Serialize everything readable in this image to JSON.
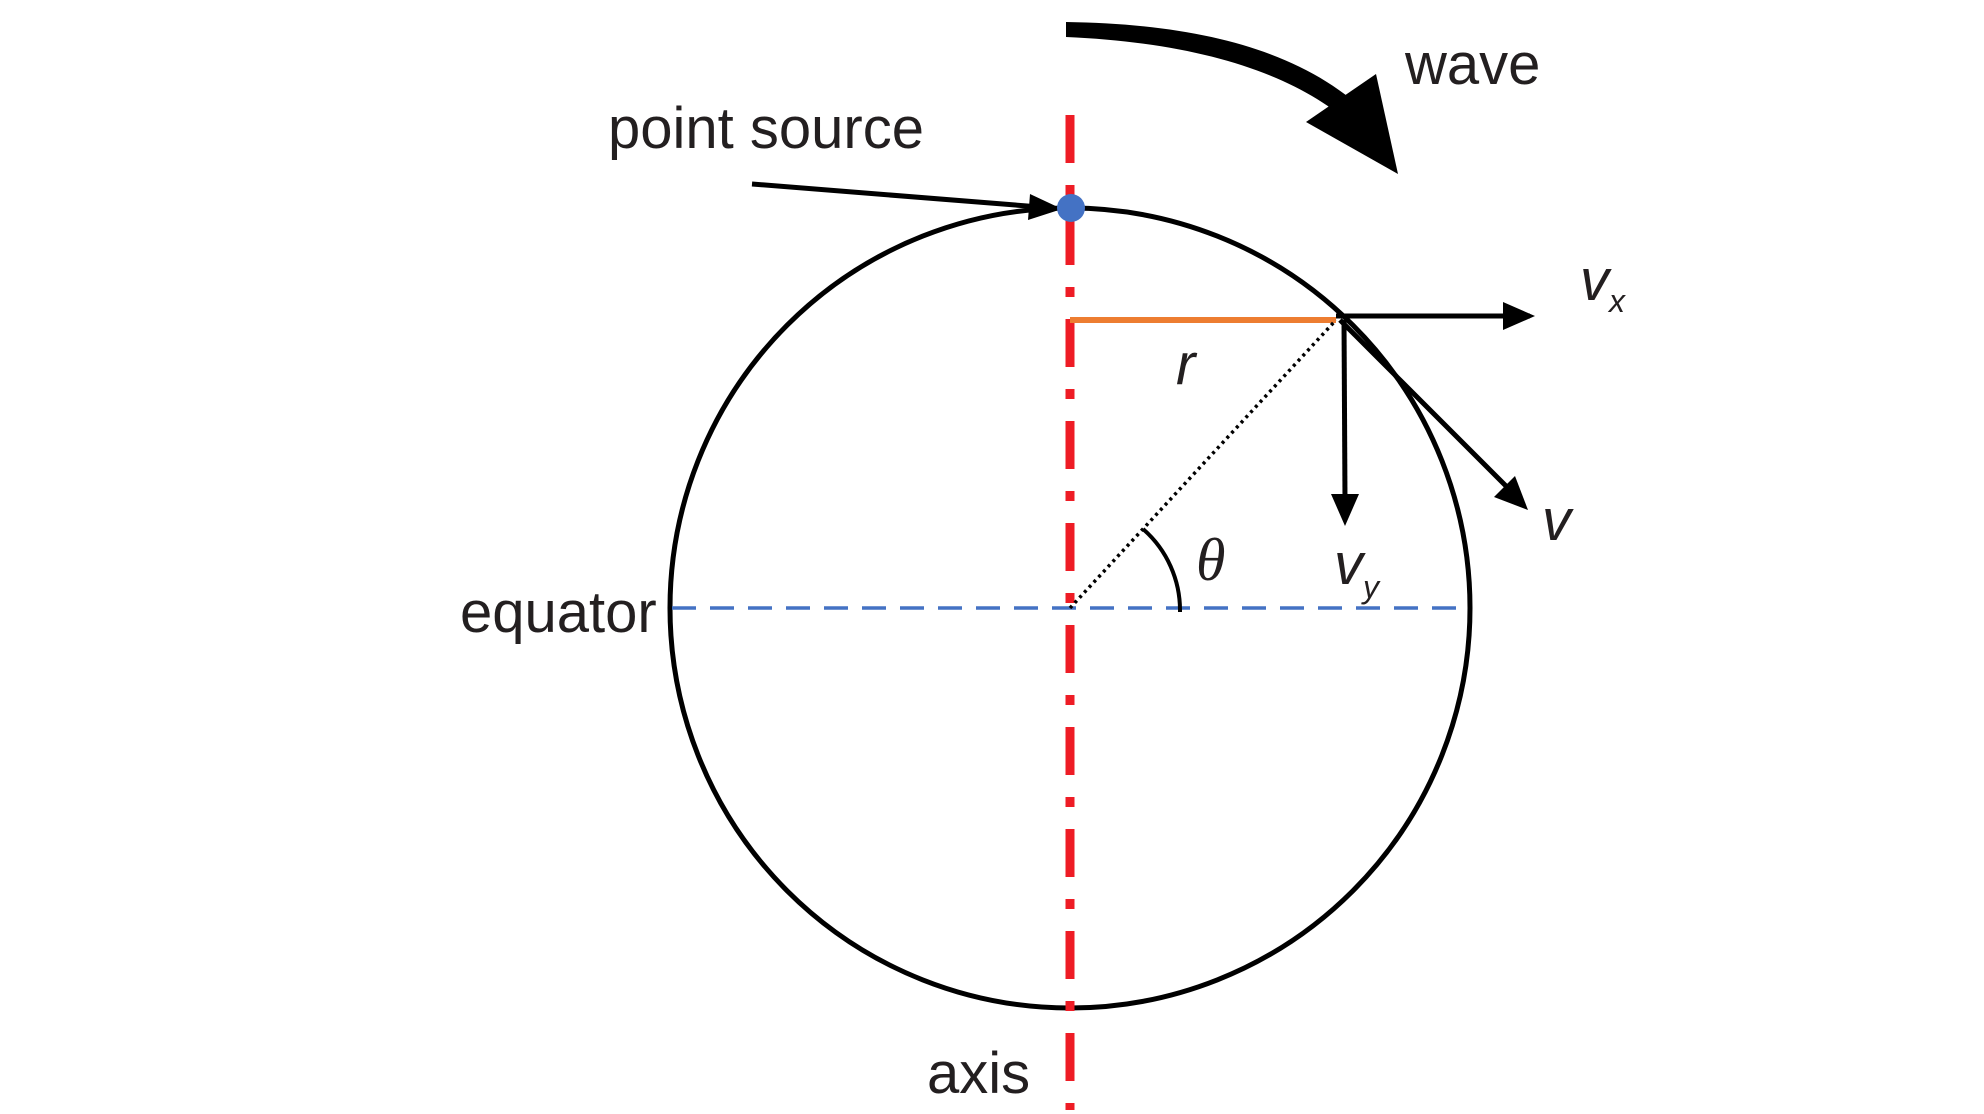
{
  "labels": {
    "wave": "wave",
    "point_source": "point source",
    "equator": "equator",
    "axis": "axis",
    "r": "r",
    "theta": "θ",
    "v": "v",
    "vx_base": "v",
    "vx_sub": "x",
    "vy_base": "v",
    "vy_sub": "y"
  },
  "colors": {
    "circle": "#000000",
    "axis_line": "#ee1c25",
    "equator_line": "#4472c4",
    "radius_line": "#ed7d31",
    "point_source": "#4472c4",
    "arrows": "#000000",
    "text": "#231f20"
  }
}
